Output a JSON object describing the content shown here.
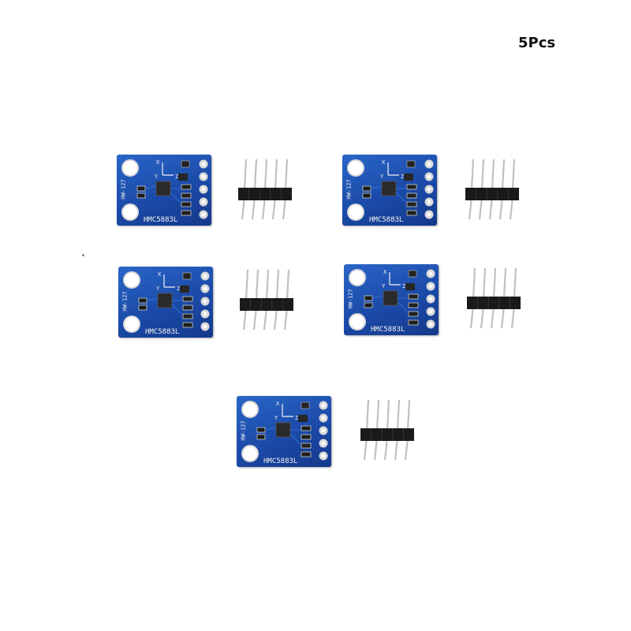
{
  "quantity_label": "5Pcs",
  "module": {
    "part_number": "HMC5883L",
    "board_code": "HW-127",
    "axis_labels": [
      "X",
      "Y",
      "Z"
    ]
  },
  "colors": {
    "pcb": "#1b4aa8",
    "pin_housing": "#1a1a1a",
    "pins": "#c0c0c0",
    "pad": "#d9d9d9"
  },
  "items": [
    {
      "id": "module-1"
    },
    {
      "id": "module-2"
    },
    {
      "id": "module-3"
    },
    {
      "id": "module-4"
    },
    {
      "id": "module-5"
    }
  ]
}
